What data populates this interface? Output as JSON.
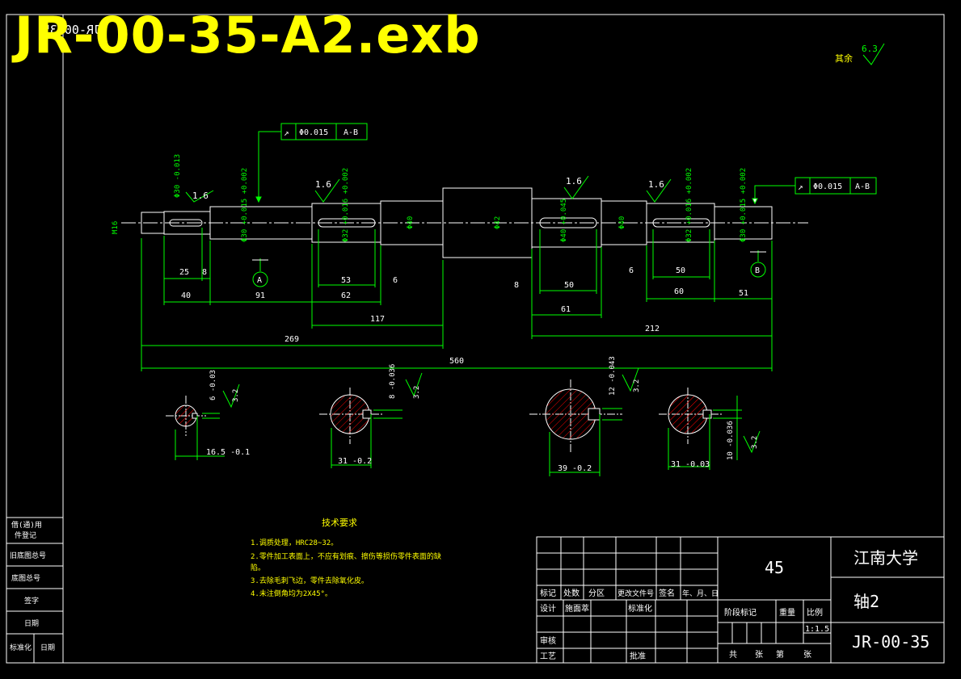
{
  "file_title": "JR-00-35-A2.exb",
  "mirror_code": "JR-00-35",
  "general_roughness": {
    "label": "其余",
    "value": "6.3"
  },
  "roughness": [
    "1.6",
    "1.6",
    "1.6",
    "1.6"
  ],
  "tolerance_frames": [
    {
      "symbol": "↗",
      "value": "Φ0.015",
      "datum": "A-B"
    },
    {
      "symbol": "↗",
      "value": "Φ0.015",
      "datum": "A-B"
    }
  ],
  "shaft": {
    "thread": "M16",
    "diameters": [
      "Φ30 -0.013",
      "Φ30 +0.015 +0.002",
      "Φ32 +0.016 +0.002",
      "Φ40",
      "Φ42",
      "Φ40 +0.045",
      "Φ40",
      "Φ32 +0.016 +0.002",
      "Φ30 +0.015 +0.002"
    ],
    "datums": [
      "A",
      "B"
    ],
    "dimensions": [
      "25",
      "8",
      "40",
      "91",
      "53",
      "62",
      "6",
      "117",
      "269",
      "560",
      "8",
      "50",
      "61",
      "6",
      "50",
      "60",
      "51",
      "212"
    ]
  },
  "sections": [
    {
      "width": "6 -0.03",
      "depth": "16.5 -0.1",
      "roughness": "3.2"
    },
    {
      "width": "8 -0.036",
      "depth": "31 -0.2",
      "roughness": "3.2"
    },
    {
      "width": "12 -0.043",
      "depth": "39 -0.2",
      "roughness": "3.2"
    },
    {
      "width": "10 -0.036",
      "depth": "31 -0.03",
      "roughness": "3.2"
    }
  ],
  "tech_requirements": {
    "title": "技术要求",
    "items": [
      "1.调质处理，HRC28~32。",
      "2.零件加工表面上，不应有划痕、擦伤等损伤零件表面的缺",
      "陷。",
      "3.去除毛刺飞边，零件去除氧化皮。",
      "4.未注倒角均为2X45°。"
    ]
  },
  "left_strip": [
    "借(通)用",
    "件登记",
    "旧底图总号",
    "底图总号",
    "签字",
    "日期",
    "标准化",
    "日期"
  ],
  "title_block": {
    "material": "45",
    "school": "江南大学",
    "part_name": "轴2",
    "drawing_no": "JR-00-35",
    "headers": [
      "标记",
      "处数",
      "分区",
      "更改文件号",
      "签名",
      "年、月、日"
    ],
    "design_label": "设计",
    "designer": "施面萃",
    "standardize": "标准化",
    "review": "审核",
    "process": "工艺",
    "approve": "批准",
    "stage_label": "阶段标记",
    "weight_label": "重量",
    "scale_label": "比例",
    "scale": "1:1.5",
    "sheet_info": [
      "共",
      "张",
      "第",
      "张"
    ]
  }
}
